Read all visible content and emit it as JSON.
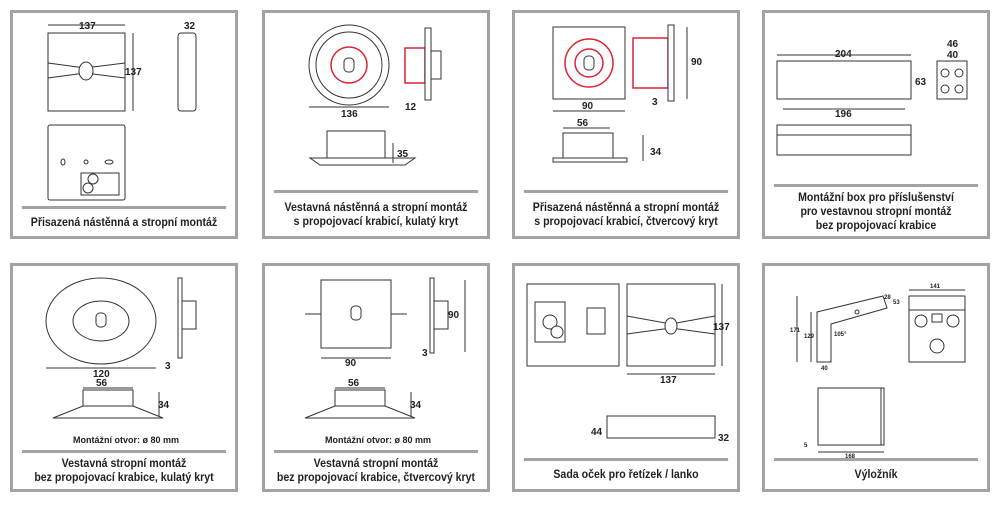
{
  "cards": [
    {
      "caption": [
        "Přisazená nástěnná a stropní montáž"
      ],
      "dims": [
        "137",
        "32",
        "137"
      ]
    },
    {
      "caption": [
        "Vestavná nástěnná a stropní montáž",
        "s propojovací krabicí, kulatý kryt"
      ],
      "dims": [
        "136",
        "12",
        "35"
      ]
    },
    {
      "caption": [
        "Přisazená nástěnná a stropní montáž",
        "s propojovací krabicí, čtvercový kryt"
      ],
      "dims": [
        "90",
        "90",
        "3",
        "56",
        "34"
      ]
    },
    {
      "caption": [
        "Montážní box pro příslušenství",
        "pro vestavnou stropní montáž",
        "bez propojovací krabice"
      ],
      "dims": [
        "204",
        "196",
        "63",
        "46",
        "40"
      ]
    },
    {
      "caption": [
        "Vestavná stropní montáž",
        "bez propojovací krabice, kulatý kryt"
      ],
      "dims": [
        "120",
        "3",
        "56",
        "34"
      ],
      "note": "Montážní otvor: ø 80 mm"
    },
    {
      "caption": [
        "Vestavná stropní montáž",
        "bez propojovací krabice, čtvercový kryt"
      ],
      "dims": [
        "90",
        "90",
        "3",
        "56",
        "34"
      ],
      "note": "Montážní otvor: ø 80 mm"
    },
    {
      "caption": [
        "Sada oček pro řetízek / lanko"
      ],
      "dims": [
        "137",
        "137",
        "44",
        "32"
      ]
    },
    {
      "caption": [
        "Výložník"
      ],
      "dims": [
        "171",
        "129",
        "28",
        "53",
        "105°",
        "40",
        "141",
        "5",
        "168"
      ]
    }
  ]
}
